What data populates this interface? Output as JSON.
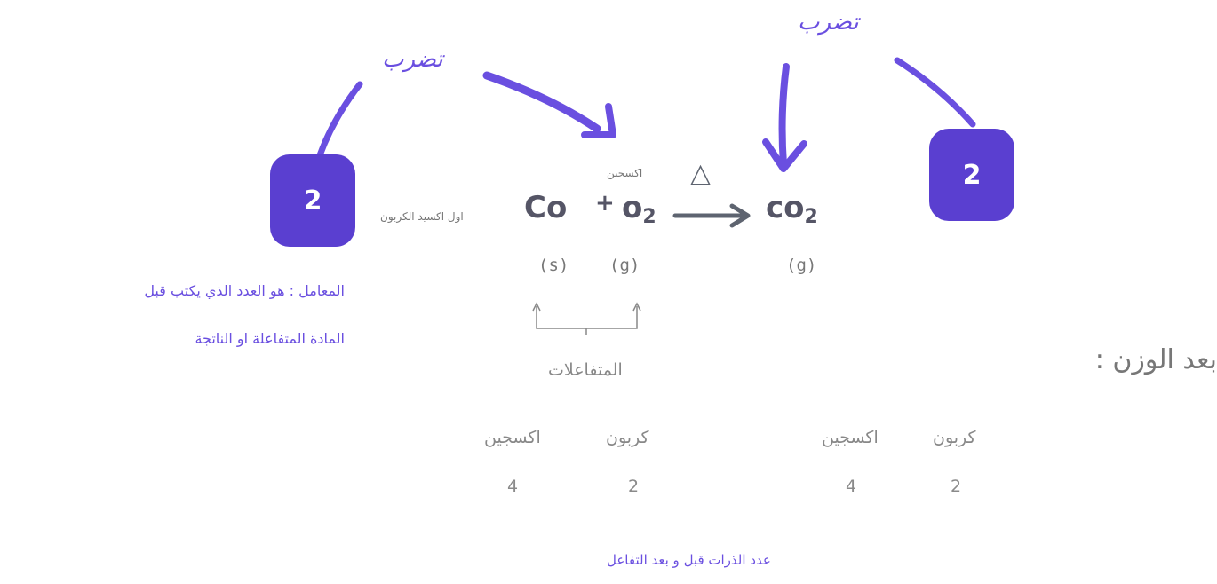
{
  "annotations": {
    "multiply_left": "تضرب",
    "multiply_right": "تضرب"
  },
  "coefficients": {
    "left": "2",
    "right": "2"
  },
  "equation": {
    "reactant1": "Co",
    "plus": "+",
    "reactant2_main": "o",
    "reactant2_sub": "2",
    "heat_symbol": "△",
    "product_main": "co",
    "product_sub": "2",
    "oxygen_label": "اكسجين",
    "carbon_monoxide_label": "اول اكسيد الكربون",
    "state_s": "(s)",
    "state_g1": "(g)",
    "state_g2": "(g)"
  },
  "reactants_label": "المتفاعلات",
  "definition": {
    "line1": "المعامل : هو العدد الذي يكتب قبل",
    "line2": "المادة المتفاعلة او الناتجة"
  },
  "after_balancing": "بعد الوزن :",
  "atom_counts": {
    "left_group": {
      "oxygen_label": "اكسجين",
      "carbon_label": "كربون",
      "oxygen_count": "4",
      "carbon_count": "2"
    },
    "right_group": {
      "oxygen_label": "اكسجين",
      "carbon_label": "كربون",
      "oxygen_count": "4",
      "carbon_count": "2"
    }
  },
  "atoms_caption": "عدد الذرات قبل و بعد التفاعل",
  "colors": {
    "accent": "#5a3fd0",
    "handwriting": "#6a4fe0",
    "arrow_gray": "#5e6470",
    "text_gray": "#777777"
  }
}
